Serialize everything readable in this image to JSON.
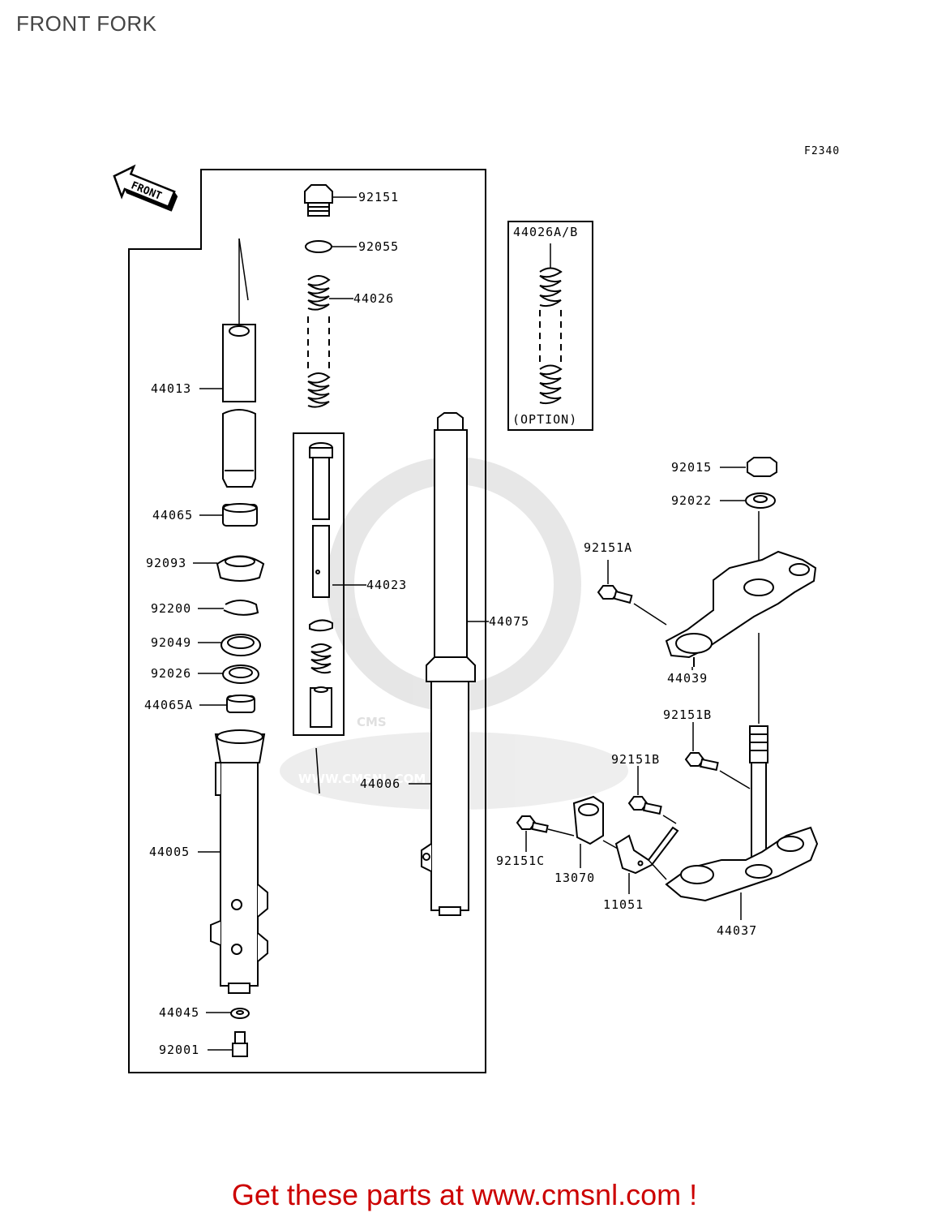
{
  "title": "FRONT FORK",
  "figure_code": "F2340",
  "front_marker": "FRONT",
  "option_box": {
    "part": "44026A/B",
    "note": "(OPTION)"
  },
  "watermark": {
    "logo": "CMS",
    "url": "WWW.CMSNL.COM"
  },
  "promo_text": "Get these parts at www.cmsnl.com !",
  "parts": {
    "p92151": "92151",
    "p92055": "92055",
    "p44026": "44026",
    "p44013": "44013",
    "p44065": "44065",
    "p92093": "92093",
    "p92200": "92200",
    "p92049": "92049",
    "p92026": "92026",
    "p44065A": "44065A",
    "p44005": "44005",
    "p44045": "44045",
    "p92001": "92001",
    "p44023": "44023",
    "p44075": "44075",
    "p44006": "44006",
    "p92015": "92015",
    "p92022": "92022",
    "p92151A": "92151A",
    "p44039": "44039",
    "p92151B_1": "92151B",
    "p92151B_2": "92151B",
    "p92151C": "92151C",
    "p13070": "13070",
    "p11051": "11051",
    "p44037": "44037"
  }
}
